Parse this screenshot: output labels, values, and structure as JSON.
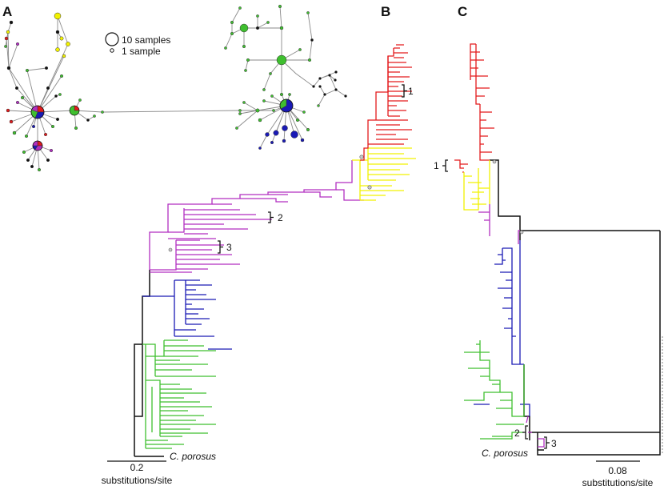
{
  "panels": {
    "a": {
      "letter": "A"
    },
    "b": {
      "letter": "B"
    },
    "c": {
      "letter": "C"
    }
  },
  "legend": {
    "large_label": "10 samples",
    "small_label": "1 sample"
  },
  "tree_b": {
    "clade_labels": [
      "1",
      "2",
      "3"
    ],
    "outgroup": "C. porosus",
    "scale_value": "0.2",
    "scale_unit": "substitutions/site"
  },
  "tree_c": {
    "clade_labels": [
      "1",
      "2",
      "3"
    ],
    "outgroup": "C. porosus",
    "scale_value": "0.08",
    "scale_unit": "substitutions/site"
  },
  "colors": {
    "red": "#e31a1c",
    "yellow": "#f2f200",
    "magenta": "#b22fc1",
    "blue": "#1a1ab5",
    "green": "#3fbf2f",
    "black": "#111111",
    "network_line": "#8a8a8a"
  }
}
